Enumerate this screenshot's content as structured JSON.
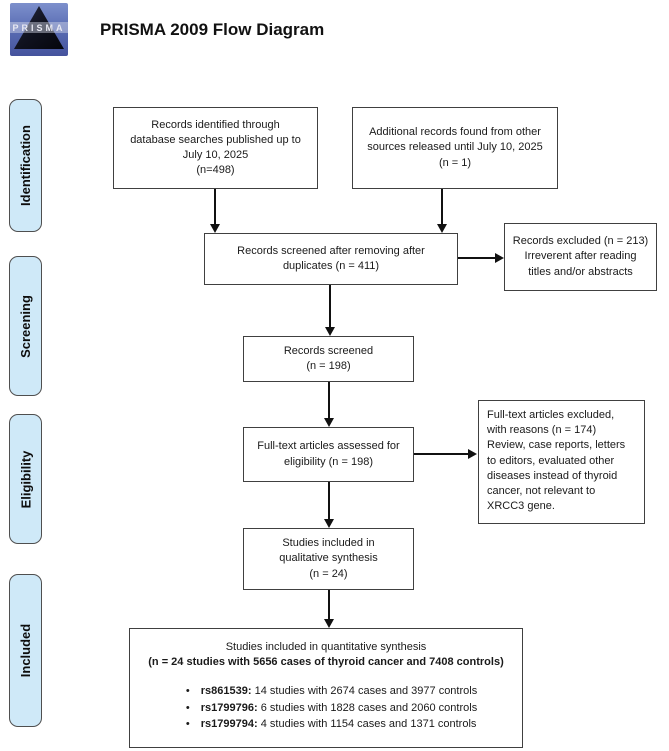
{
  "header": {
    "logo_text": "PRISMA",
    "title": "PRISMA 2009 Flow Diagram"
  },
  "sidebar": {
    "stages": [
      {
        "label": "Identification"
      },
      {
        "label": "Screening"
      },
      {
        "label": "Eligibility"
      },
      {
        "label": "Included"
      }
    ]
  },
  "flow": {
    "records_identified": {
      "text": "Records identified through\ndatabase searches published up to\nJuly 10, 2025\n(n=498)"
    },
    "additional_records": {
      "text": "Additional records found from other\nsources released until July 10, 2025\n(n = 1)"
    },
    "screened_after_duplicates": {
      "text": "Records screened after removing after\nduplicates (n = 411)"
    },
    "records_excluded": {
      "text": "Records excluded (n = 213)\nIrreverent after reading\ntitles and/or abstracts"
    },
    "records_screened": {
      "text": "Records screened\n(n = 198)"
    },
    "fulltext_assessed": {
      "text": "Full-text articles assessed for\neligibility (n = 198)"
    },
    "fulltext_excluded": {
      "text": "Full-text articles excluded,\nwith reasons (n = 174)\nReview, case reports, letters\nto editors, evaluated other\ndiseases instead of thyroid\ncancer, not relevant to\nXRCC3 gene."
    },
    "qualitative": {
      "text": "Studies included in\nqualitative synthesis\n(n = 24)"
    },
    "quantitative": {
      "title": "Studies included in quantitative synthesis",
      "subtitle": "(n = 24 studies with 5656 cases of thyroid cancer and 7408 controls)",
      "bullets": [
        {
          "id": "rs861539:",
          "detail": " 14 studies with 2674 cases and 3977 controls"
        },
        {
          "id": "rs1799796:",
          "detail": " 6 studies with 1828 cases and 2060 controls"
        },
        {
          "id": "rs1799794:",
          "detail": " 4 studies with 1154 cases and 1371 controls"
        }
      ]
    }
  },
  "colors": {
    "sidebar-fill": "#cfe9f8",
    "sidebar-border": "#4f4f4f",
    "box-border": "#404040",
    "arrow": "#111111",
    "logo-blue-light": "#7d90cc",
    "logo-blue": "#45539d",
    "logo-dark": "#10121f"
  }
}
